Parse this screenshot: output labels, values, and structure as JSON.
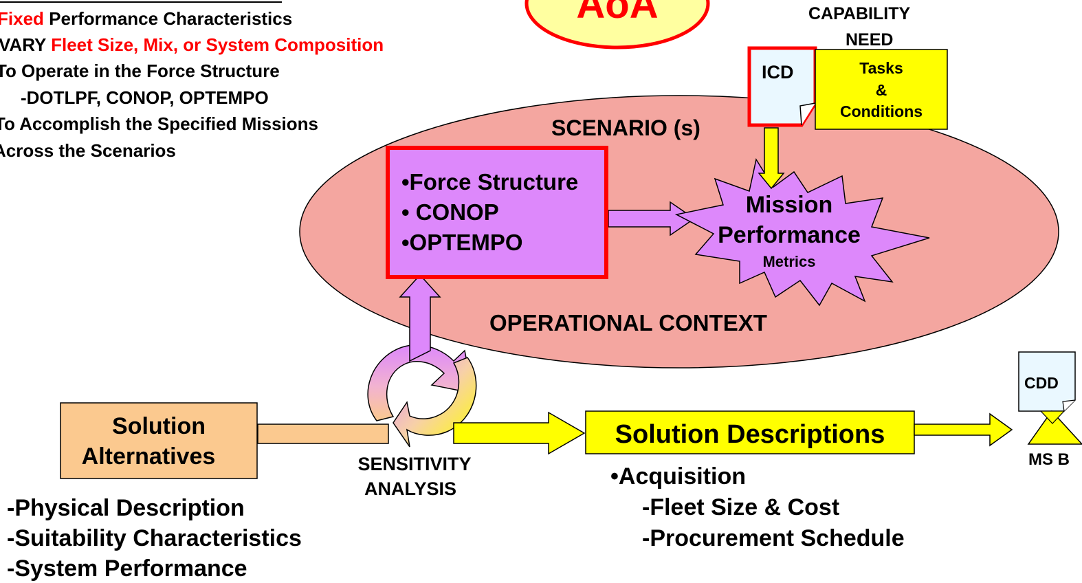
{
  "colors": {
    "red": "#ff0000",
    "ellipse_fill": "#f4a6a0",
    "purple": "#dd88fb",
    "yellow": "#ffff00",
    "tan": "#fbc98f"
  },
  "badge": {
    "label": "AoA"
  },
  "intro": {
    "line1_red": "Fixed",
    "line1_rest": " Performance Characteristics",
    "line2_prefix": "VARY ",
    "line2_red": "Fleet Size, Mix, or System Composition",
    "line3": "To Operate in the Force Structure",
    "line4": "-DOTLPF, CONOP, OPTEMPO",
    "line5": "To Accomplish the Specified Missions",
    "line6": "Across the Scenarios"
  },
  "capability": {
    "line1": "CAPABILITY",
    "line2": "NEED"
  },
  "icd": {
    "label": "ICD"
  },
  "tasks": {
    "line1": "Tasks",
    "line2": "&",
    "line3": "Conditions"
  },
  "scenario": {
    "label": "SCENARIO (s)"
  },
  "force_box": {
    "item1": "•Force Structure",
    "item2": "• CONOP",
    "item3": "•OPTEMPO"
  },
  "mission": {
    "line1": "Mission",
    "line2": "Performance",
    "line3": "Metrics"
  },
  "context": {
    "label": "OPERATIONAL CONTEXT"
  },
  "solution_alternatives": {
    "line1": "Solution",
    "line2": "Alternatives"
  },
  "alternatives_list": {
    "item1": "-Physical Description",
    "item2": "-Suitability Characteristics",
    "item3": "-System Performance"
  },
  "sensitivity": {
    "line1": "SENSITIVITY",
    "line2": "ANALYSIS"
  },
  "solution_descriptions": {
    "label": "Solution Descriptions"
  },
  "acquisition": {
    "heading": "•Acquisition",
    "item1": "-Fleet Size & Cost",
    "item2": "-Procurement Schedule"
  },
  "cdd": {
    "label": "CDD"
  },
  "milestone": {
    "label": "MS B"
  }
}
